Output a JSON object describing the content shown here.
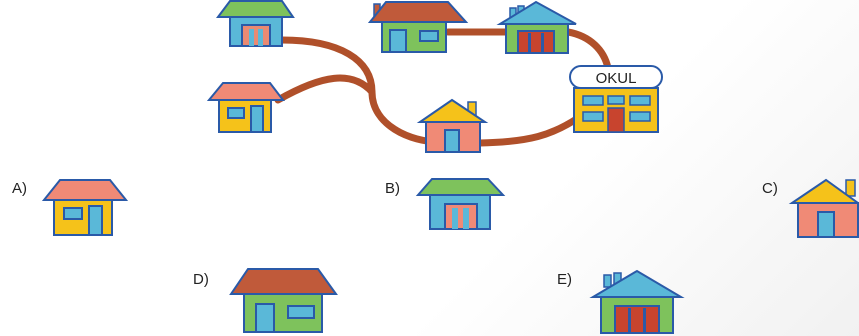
{
  "colors": {
    "road": "#b0502a",
    "outline": "#2a5aa8",
    "door": "#5ab8d8",
    "door_red": "#c8442e",
    "window": "#5ab8d8"
  },
  "school": {
    "sign": "OKUL"
  },
  "options": {
    "a": "A)",
    "b": "B)",
    "c": "C)",
    "d": "D)",
    "e": "E)"
  }
}
